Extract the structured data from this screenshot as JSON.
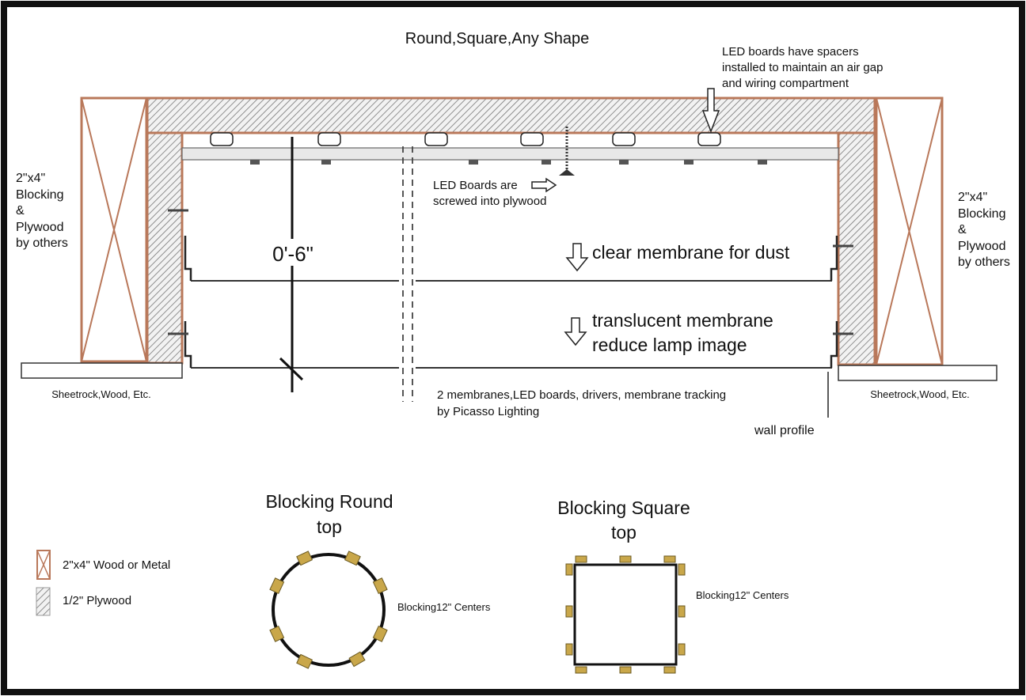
{
  "title": "Round,Square,Any Shape",
  "colors": {
    "wood": "#b9785a",
    "blocking_block": "#c9a74a",
    "line": "#111111"
  },
  "left_side_label": [
    "2\"x4\"",
    "Blocking",
    "&",
    "Plywood",
    "by others"
  ],
  "right_side_label": [
    "2\"x4\"",
    "Blocking",
    "&",
    "Plywood",
    "by others"
  ],
  "spacer_note": [
    "LED boards have spacers",
    "installed to maintain an air gap",
    "and wiring compartment"
  ],
  "screw_note": [
    "LED Boards are",
    "screwed into plywood"
  ],
  "dimension": "0'-6\"",
  "clear_membrane": "clear membrane for dust",
  "translucent_membrane": [
    "translucent membrane",
    "reduce lamp image"
  ],
  "scope_note": [
    "2 membranes,LED boards, drivers, membrane tracking",
    "by Picasso Lighting"
  ],
  "finish_left": "Sheetrock,Wood, Etc.",
  "finish_right": "Sheetrock,Wood, Etc.",
  "wall_profile": "wall profile",
  "round": {
    "heading": [
      "Blocking Round",
      "top"
    ],
    "note": "Blocking12\" Centers"
  },
  "square": {
    "heading": [
      "Blocking Square",
      "top"
    ],
    "note": "Blocking12\" Centers"
  },
  "legend": [
    {
      "icon": "wood-stud-icon",
      "label": "2\"x4\" Wood or Metal"
    },
    {
      "icon": "plywood-icon",
      "label": "1/2\" Plywood"
    }
  ]
}
